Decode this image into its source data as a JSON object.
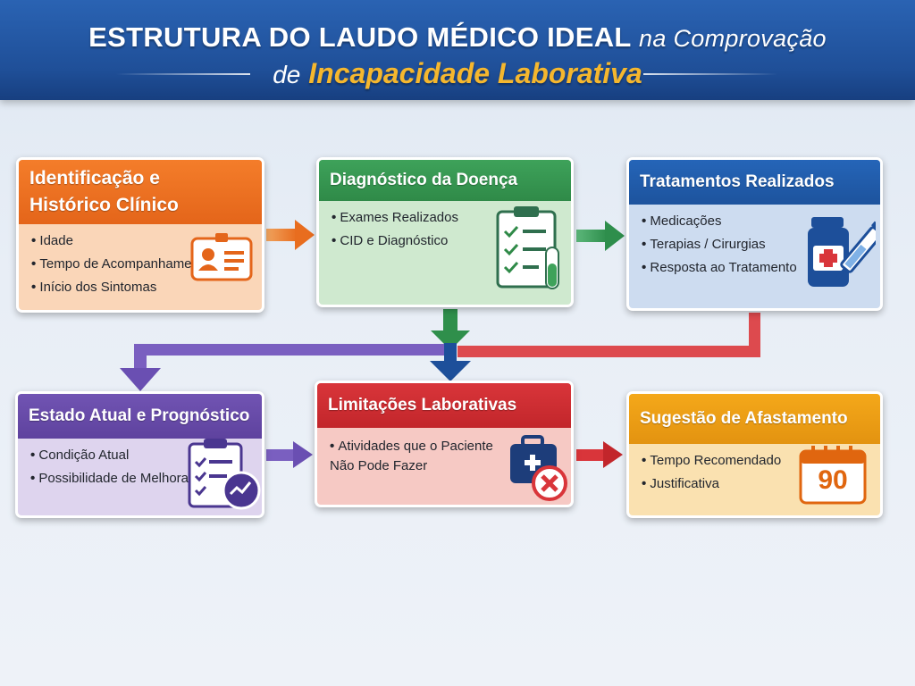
{
  "header": {
    "title_bold": "ESTRUTURA DO LAUDO MÉDICO IDEAL",
    "title_light": "na Comprovação",
    "subtitle_de": "de",
    "subtitle_highlight": "Incapacidade Laborativa"
  },
  "cards": [
    {
      "title_line1": "Identificação e",
      "title_line2": "Histórico Clínico",
      "items": [
        "Idade",
        "Tempo de Acompanhamento",
        "Início dos Sintomas"
      ],
      "icon": "id-card-icon",
      "color": "#f47d2a"
    },
    {
      "title": "Diagnóstico da Doença",
      "items": [
        "Exames Realizados",
        "CID e Diagnóstico"
      ],
      "icon": "clipboard-checklist-icon",
      "color": "#3ea25a"
    },
    {
      "title": "Tratamentos Realizados",
      "items": [
        "Medicações",
        "Terapias / Cirurgias",
        "Resposta ao Tratamento"
      ],
      "icon": "medicine-syringe-icon",
      "color": "#2565b8"
    },
    {
      "title": "Estado Atual e Prognóstico",
      "items": [
        "Condição Atual",
        "Possibilidade de Melhora"
      ],
      "icon": "clipboard-trend-icon",
      "color": "#7154b3"
    },
    {
      "title": "Limitações Laborativas",
      "items": [
        "Atividades que o Paciente Não Pode Fazer"
      ],
      "icon": "medical-bag-blocked-icon",
      "color": "#d9353a"
    },
    {
      "title": "Sugestão de Afastamento",
      "items": [
        "Tempo Recomendado",
        "Justificativa"
      ],
      "icon": "calendar-icon",
      "calendar_number": "90",
      "color": "#f4a81a"
    }
  ]
}
